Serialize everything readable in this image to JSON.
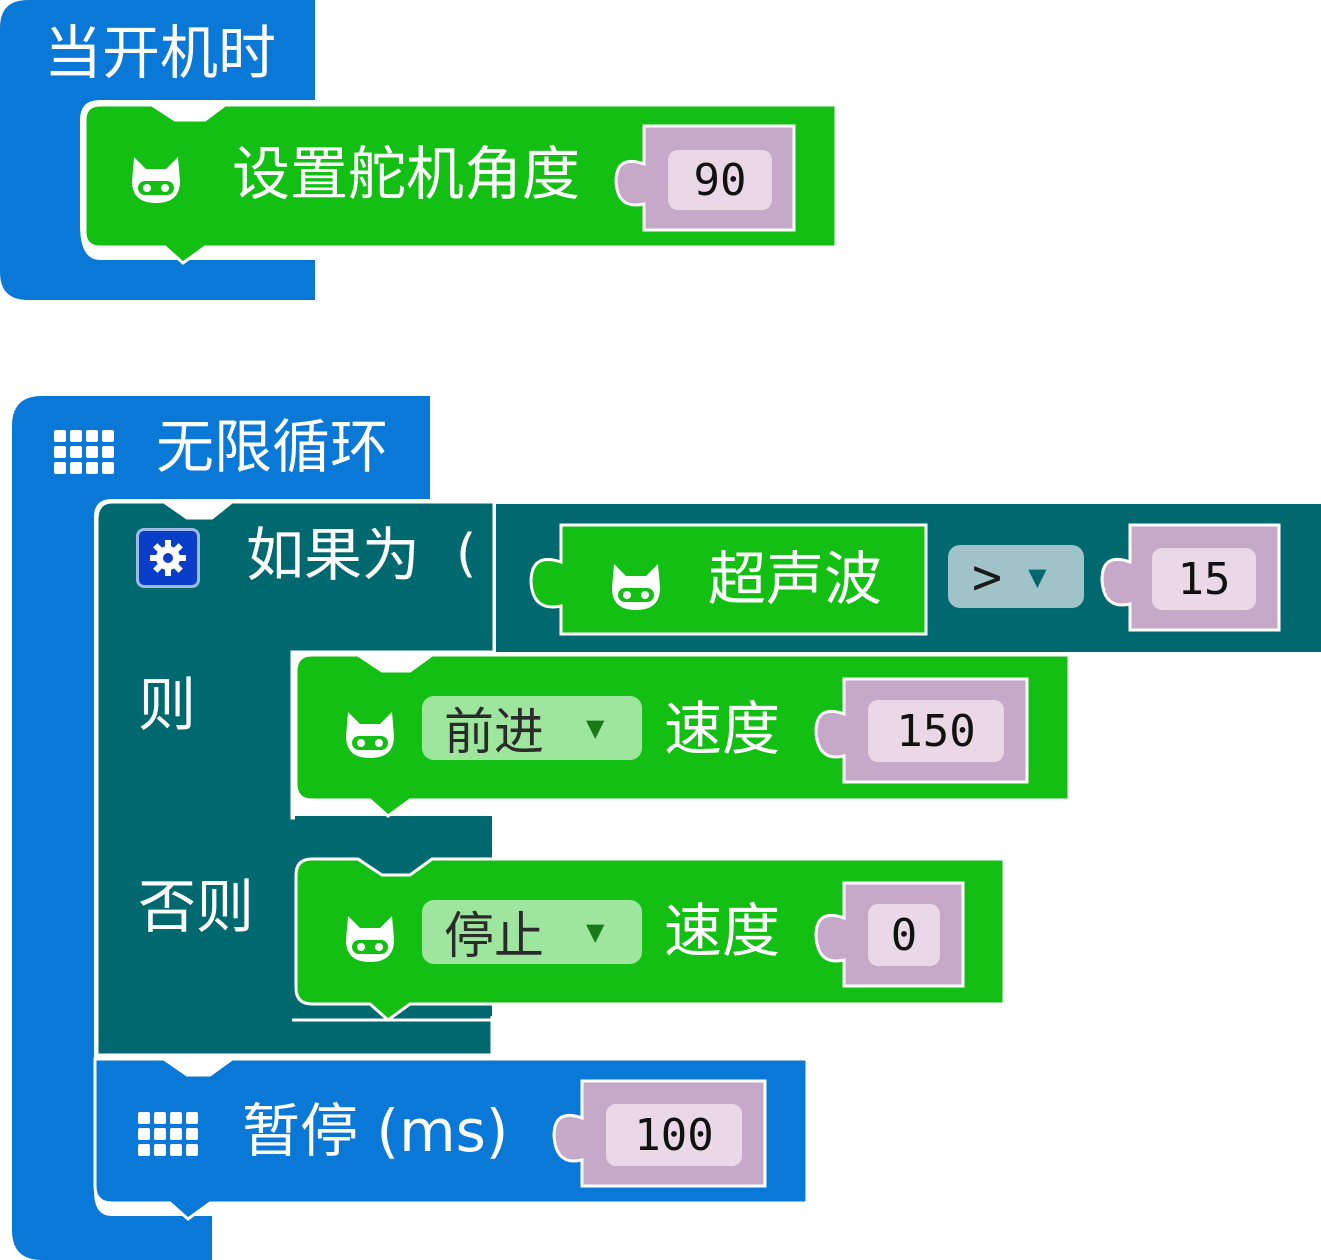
{
  "colors": {
    "event_blue": "#0a78d7",
    "motor_green": "#13bf13",
    "logic_teal": "#006970",
    "value_purple": "#c6a8c8",
    "compare_gray": "#9fc3c8"
  },
  "on_start": {
    "label": "当开机时",
    "servo": {
      "label": "设置舵机角度",
      "value": "90",
      "icon": "robot-cat-icon"
    }
  },
  "forever": {
    "label": "无限循环",
    "icon": "grid-icon",
    "if_block": {
      "icon": "gear-icon",
      "if_label": "如果为",
      "paren": "(",
      "sensor_label": "超声波",
      "operator": ">",
      "threshold": "15",
      "then_label": "则",
      "else_label": "否则",
      "then_action": {
        "direction": "前进",
        "speed_label": "速度",
        "speed": "150"
      },
      "else_action": {
        "direction": "停止",
        "speed_label": "速度",
        "speed": "0"
      }
    },
    "pause": {
      "label": "暂停 (ms)",
      "value": "100",
      "icon": "grid-icon"
    }
  }
}
